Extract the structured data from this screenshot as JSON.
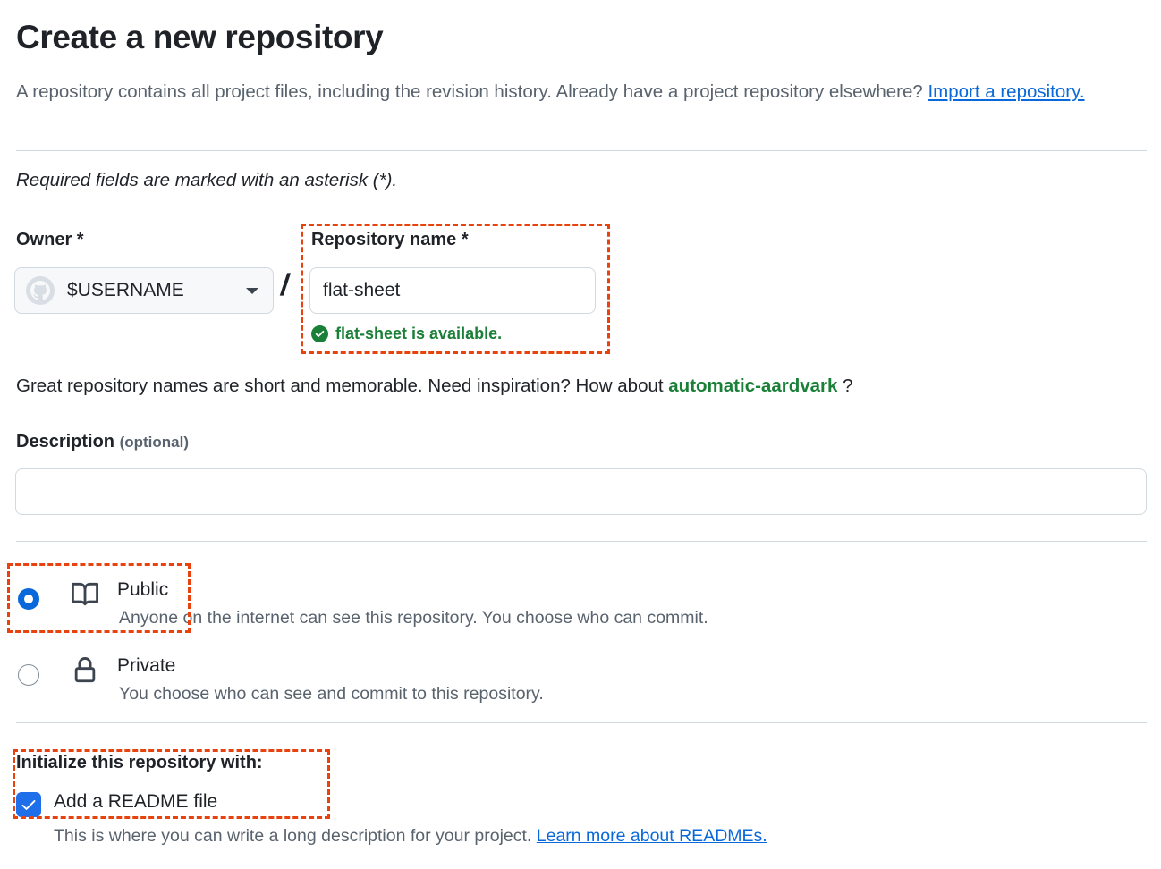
{
  "header": {
    "title": "Create a new repository",
    "description_part1": "A repository contains all project files, including the revision history. Already have a project repository elsewhere?",
    "import_link": "Import a repository.",
    "required_note": "Required fields are marked with an asterisk (*)."
  },
  "owner": {
    "label": "Owner *",
    "value": "$USERNAME",
    "avatar_icon": "octocat-avatar-icon",
    "chevron_icon": "chevron-down-icon",
    "separator": "/"
  },
  "repository_name": {
    "label": "Repository name *",
    "value": "flat-sheet",
    "availability_icon": "check-circle-fill-icon",
    "availability_text": "flat-sheet is available.",
    "availability_color": "#1a7f37"
  },
  "inspiration": {
    "text_before": "Great repository names are short and memorable. Need inspiration? How about",
    "suggestion": "automatic-aardvark",
    "text_after": "?"
  },
  "description": {
    "label": "Description",
    "optional_label": "(optional)",
    "value": "",
    "placeholder": ""
  },
  "visibility": {
    "options": [
      {
        "id": "public",
        "title": "Public",
        "description": "Anyone on the internet can see this repository. You choose who can commit.",
        "icon": "book-icon",
        "selected": true
      },
      {
        "id": "private",
        "title": "Private",
        "description": "You choose who can see and commit to this repository.",
        "icon": "lock-icon",
        "selected": false
      }
    ]
  },
  "initialize": {
    "title": "Initialize this repository with:",
    "readme_label": "Add a README file",
    "readme_checked": true,
    "readme_description": "This is where you can write a long description for your project.",
    "readme_link": "Learn more about READMEs."
  },
  "colors": {
    "accent_blue": "#0969da",
    "green": "#1a7f37",
    "annotation_orange": "#e8420e",
    "muted_text": "#59636e",
    "border": "#d1d9e0"
  }
}
